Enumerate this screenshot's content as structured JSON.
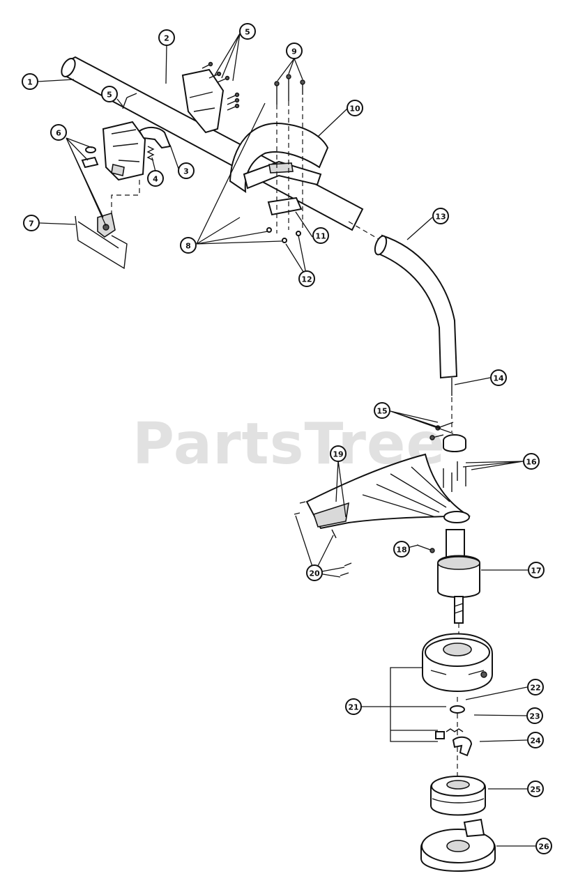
{
  "watermark": "PartsTree",
  "callouts": [
    "1",
    "2",
    "3",
    "4",
    "5",
    "5",
    "6",
    "7",
    "8",
    "9",
    "10",
    "11",
    "12",
    "13",
    "14",
    "15",
    "16",
    "17",
    "18",
    "19",
    "20",
    "21",
    "22",
    "23",
    "24",
    "25",
    "26"
  ]
}
